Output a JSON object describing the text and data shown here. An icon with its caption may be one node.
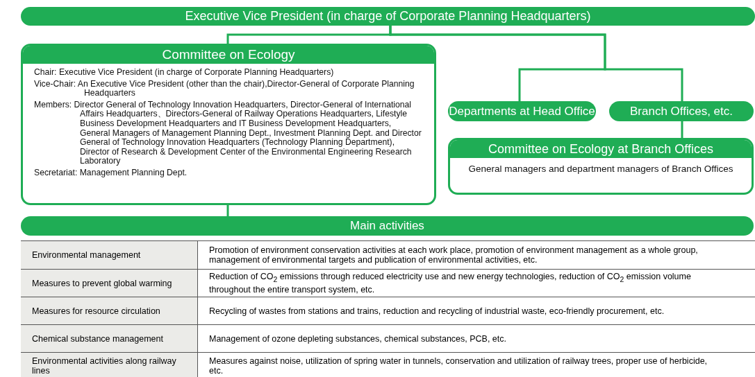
{
  "diagram": {
    "nodes": [
      {
        "text": [
          "Executive Vice President (in charge of Corporate Planning Headquarters)"
        ]
      },
      {
        "text": [
          "Committee on Ecology",
          "Chair: Executive Vice President (in charge of Corporate Planning Headquarters)",
          "Vice-Chair: An Executive Vice President (other than the chair),Director-General of Corporate Planning Headquarters",
          "Members: Director General of Technology Innovation Headquarters, Director-General of International Affairs Headquarters、Directors-General of Railway Operations Headquarters, Lifestyle Business Development Headquarters and IT Business Development Headquarters, General Managers of Management Planning Dept., Investment Planning Dept. and Director General of Technology Innovation Headquarters (Technology Planning Department), Director of Research & Development Center of the Environmental Engineering Research Laboratory",
          "Secretariat: Management Planning Dept."
        ]
      },
      {
        "text": [
          "Departments at Head Office"
        ]
      },
      {
        "text": [
          "Branch Offices, etc."
        ]
      },
      {
        "text": [
          "Committee on Ecology at Branch Offices",
          "General managers and department managers of Branch Offices"
        ]
      },
      {
        "text": [
          "Main activities"
        ]
      }
    ],
    "edges": [
      {
        "from": 0,
        "to": 1,
        "arrow": "none"
      },
      {
        "from": 0,
        "to": 2,
        "arrow": "none"
      },
      {
        "from": 0,
        "to": 3,
        "arrow": "none"
      },
      {
        "from": 3,
        "to": 4,
        "arrow": "none"
      },
      {
        "from": 1,
        "to": 5,
        "arrow": "none"
      }
    ],
    "labels": [
      "Environmental management",
      "Promotion of environment conservation activities at each work place, promotion of environment management as a whole group, management of environmental targets and publication of environmental activities, etc.",
      "Measures to prevent global warming",
      "Reduction of CO$_{2}$ emissions through reduced electricity use and new energy technologies, reduction of CO$_{2}$ emission volume throughout the entire transport system, etc.",
      "Measures for resource circulation",
      "Recycling of wastes from stations and trains, reduction and recycling of industrial waste, eco-friendly procurement, etc.",
      "Chemical substance management",
      "Management of ozone depleting substances, chemical substances, PCB, etc.",
      "Environmental activities along railway lines",
      "Measures against noise, utilization of spring water in tunnels, conservation and utilization of railway trees, proper use of herbicide, etc."
    ]
  }
}
